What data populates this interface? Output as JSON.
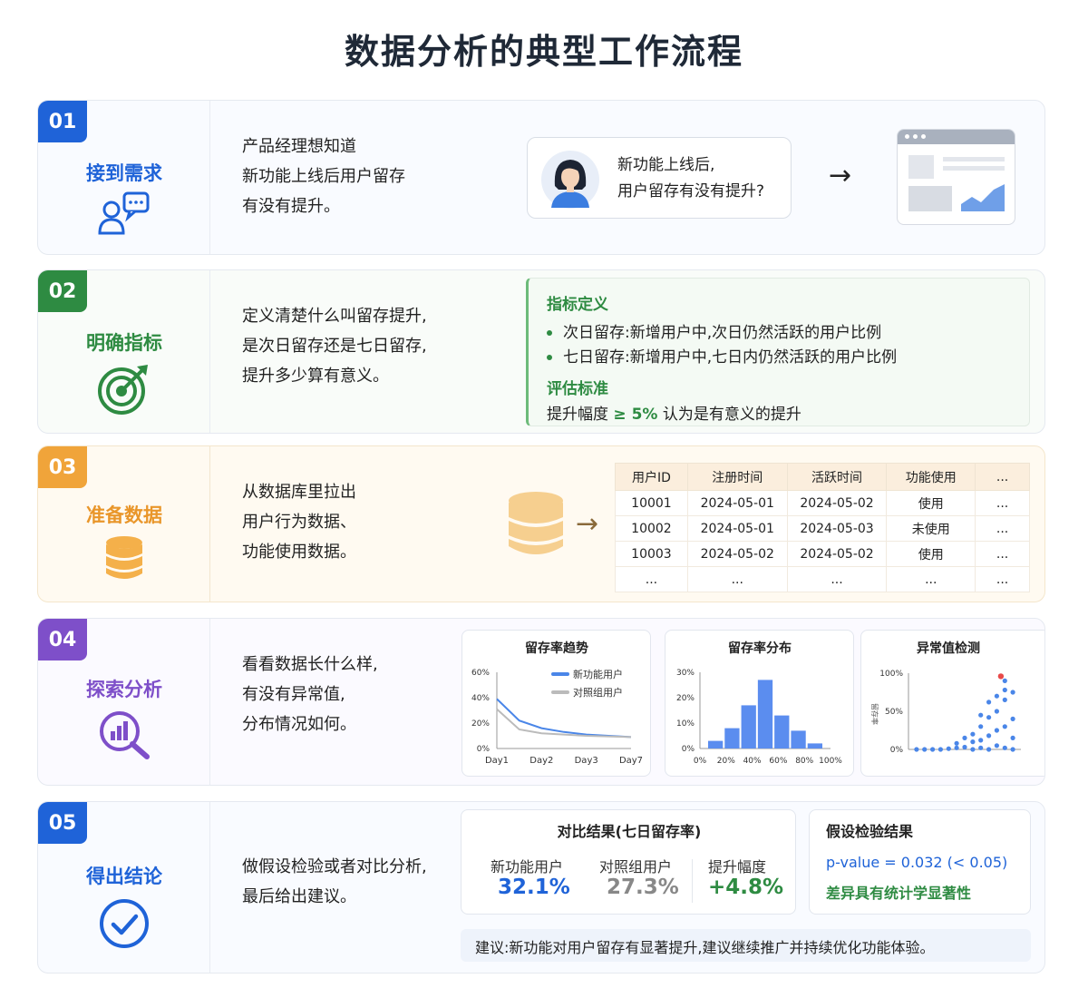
{
  "title": "数据分析的典型工作流程",
  "steps": [
    {
      "num": "01",
      "name": "接到需求",
      "desc": [
        "产品经理想知道",
        "新功能上线后用户留存",
        "有没有提升。"
      ],
      "bubble": [
        "新功能上线后,",
        "用户留存有没有提升?"
      ],
      "arrow": "→"
    },
    {
      "num": "02",
      "name": "明确指标",
      "desc": [
        "定义清楚什么叫留存提升,",
        "是次日留存还是七日留存,",
        "提升多少算有意义。"
      ],
      "metric_head": "指标定义",
      "metrics": [
        "次日留存:新增用户中,次日仍然活跃的用户比例",
        "七日留存:新增用户中,七日内仍然活跃的用户比例"
      ],
      "eval_head": "评估标准",
      "eval_pre": "提升幅度 ",
      "eval_value": "≥ 5%",
      "eval_post": " 认为是有意义的提升"
    },
    {
      "num": "03",
      "name": "准备数据",
      "desc": [
        "从数据库里拉出",
        "用户行为数据、",
        "功能使用数据。"
      ],
      "arrow": "→",
      "table": {
        "headers": [
          "用户ID",
          "注册时间",
          "活跃时间",
          "功能使用",
          "..."
        ],
        "rows": [
          [
            "10001",
            "2024-05-01",
            "2024-05-02",
            "使用",
            "..."
          ],
          [
            "10002",
            "2024-05-01",
            "2024-05-03",
            "未使用",
            "..."
          ],
          [
            "10003",
            "2024-05-02",
            "2024-05-02",
            "使用",
            "..."
          ],
          [
            "...",
            "...",
            "...",
            "...",
            "..."
          ]
        ]
      }
    },
    {
      "num": "04",
      "name": "探索分析",
      "desc": [
        "看看数据长什么样,",
        "有没有异常值,",
        "分布情况如何。"
      ]
    },
    {
      "num": "05",
      "name": "得出结论",
      "desc": [
        "做假设检验或者对比分析,",
        "最后给出建议。"
      ],
      "compare_title": "对比结果(七日留存率)",
      "compare": [
        {
          "label": "新功能用户",
          "value": "32.1%",
          "color": "#1f63d8"
        },
        {
          "label": "对照组用户",
          "value": "27.3%",
          "color": "#888888"
        },
        {
          "label": "提升幅度",
          "value": "+4.8%",
          "color": "#2e8b42"
        }
      ],
      "hyp_title": "假设检验结果",
      "pvalue": "p-value = 0.032 (< 0.05)",
      "significance": "差异具有统计学显著性",
      "advice": "建议:新功能对用户留存有显著提升,建议继续推广并持续优化功能体验。"
    }
  ],
  "chart_data": [
    {
      "type": "line",
      "title": "留存率趋势",
      "x": [
        "Day1",
        "Day2",
        "Day3",
        "Day7"
      ],
      "ylim": [
        0,
        60
      ],
      "yticks": [
        "0%",
        "20%",
        "40%",
        "60%"
      ],
      "series": [
        {
          "name": "新功能用户",
          "color": "#4a86e8",
          "points": [
            [
              0,
              39
            ],
            [
              0.5,
              22
            ],
            [
              1,
              16
            ],
            [
              1.5,
              13
            ],
            [
              2,
              11
            ],
            [
              3,
              9
            ]
          ]
        },
        {
          "name": "对照组用户",
          "color": "#bbbbbb",
          "points": [
            [
              0,
              31
            ],
            [
              0.5,
              15
            ],
            [
              1,
              12
            ],
            [
              1.5,
              11
            ],
            [
              2,
              10
            ],
            [
              3,
              9
            ]
          ]
        }
      ]
    },
    {
      "type": "bar",
      "title": "留存率分布",
      "ylim": [
        0,
        30
      ],
      "yticks": [
        "0%",
        "10%",
        "20%",
        "30%"
      ],
      "xticks": [
        "0%",
        "20%",
        "40%",
        "60%",
        "80%",
        "100%"
      ],
      "values": [
        3,
        8,
        17,
        27,
        13,
        7,
        2
      ],
      "color": "#5b8def"
    },
    {
      "type": "scatter",
      "title": "异常值检测",
      "ylabel": "留存率",
      "yticks": [
        "0%",
        "50%",
        "100%"
      ],
      "ylim": [
        0,
        100
      ],
      "points": [
        [
          1,
          0
        ],
        [
          2,
          0
        ],
        [
          3,
          0
        ],
        [
          4,
          0
        ],
        [
          5,
          1
        ],
        [
          6,
          2
        ],
        [
          6,
          8
        ],
        [
          7,
          3
        ],
        [
          7,
          15
        ],
        [
          8,
          0
        ],
        [
          8,
          10
        ],
        [
          8,
          20
        ],
        [
          9,
          2
        ],
        [
          9,
          12
        ],
        [
          9,
          30
        ],
        [
          9,
          45
        ],
        [
          10,
          0
        ],
        [
          10,
          18
        ],
        [
          10,
          42
        ],
        [
          10,
          62
        ],
        [
          11,
          5
        ],
        [
          11,
          25
        ],
        [
          11,
          50
        ],
        [
          11,
          70
        ],
        [
          12,
          2
        ],
        [
          12,
          30
        ],
        [
          12,
          65
        ],
        [
          12,
          78
        ],
        [
          12,
          90
        ],
        [
          13,
          0
        ],
        [
          13,
          15
        ],
        [
          13,
          40
        ],
        [
          13,
          75
        ]
      ],
      "outlier": [
        11.5,
        96
      ],
      "color": "#4a86e8",
      "outlier_color": "#e84a4a"
    }
  ],
  "colors": {
    "blue": "#1f63d8",
    "green": "#2e8b42",
    "orange": "#f0a43a",
    "purple": "#7e4fc9"
  }
}
